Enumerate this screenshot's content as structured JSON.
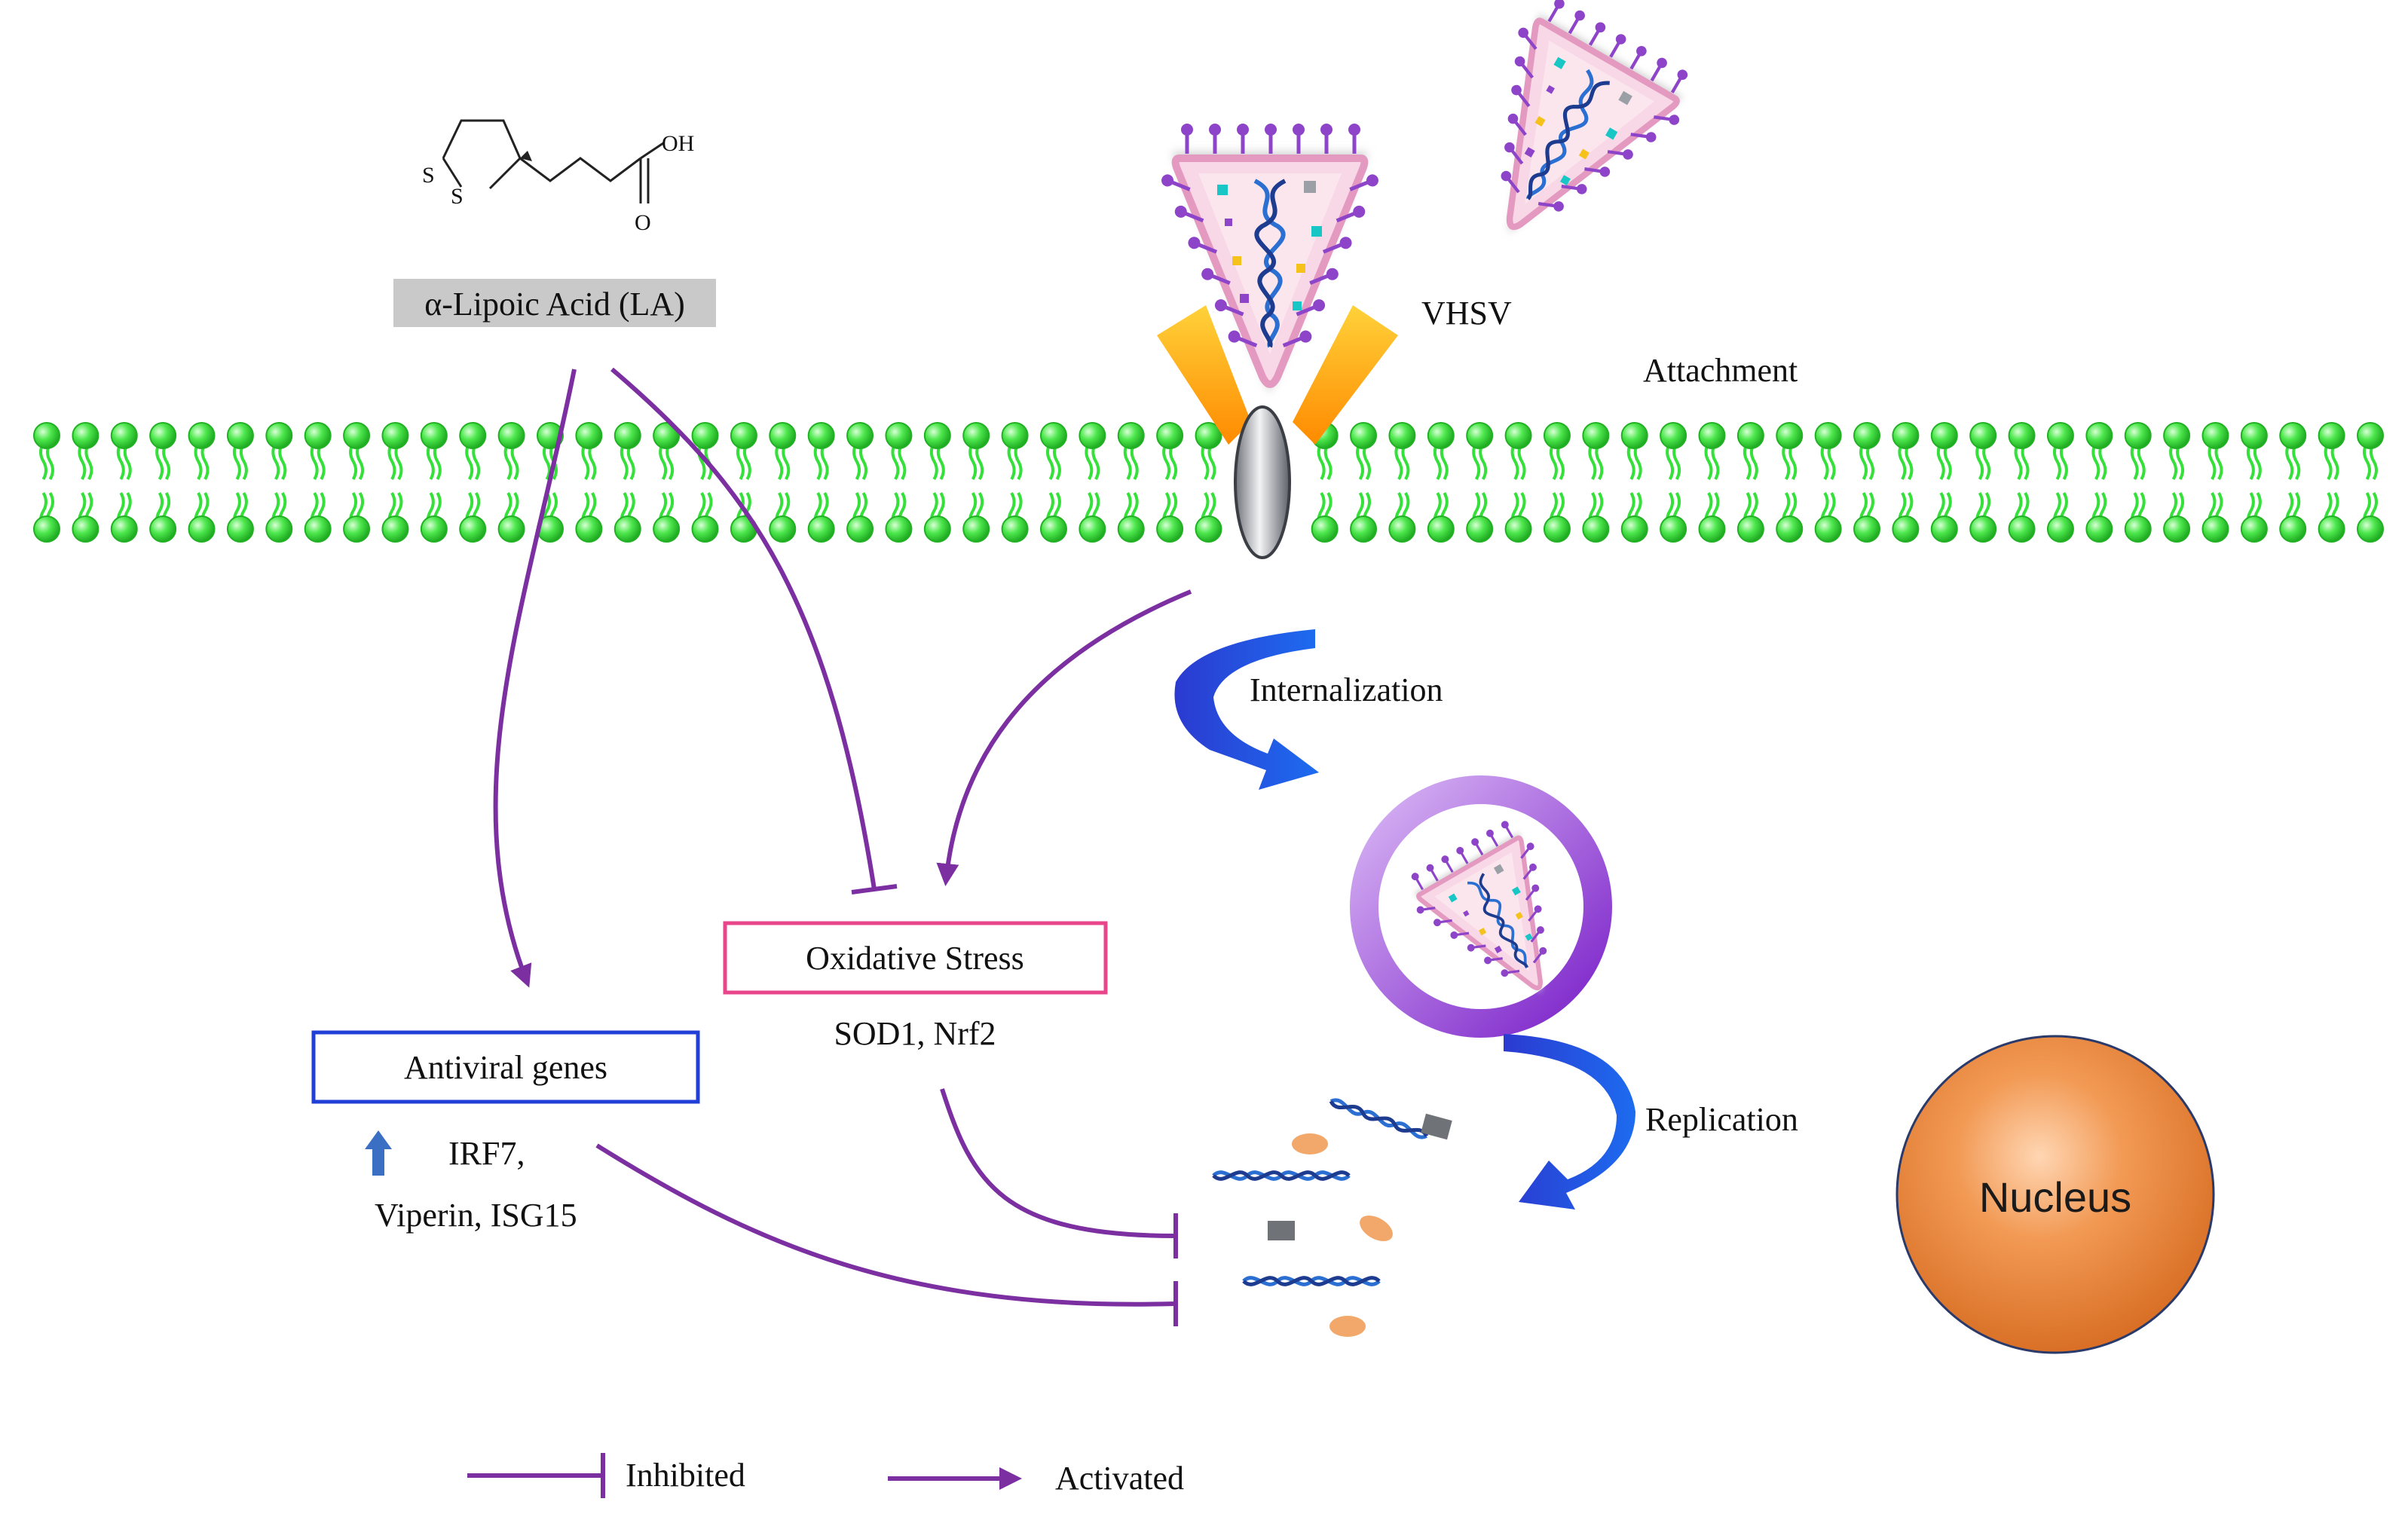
{
  "compound": {
    "name": "α-Lipoic Acid (LA)",
    "atom_s1": "S",
    "atom_s2": "S",
    "atom_oh": "OH",
    "atom_o": "O"
  },
  "virus": {
    "name": "VHSV"
  },
  "steps": {
    "attachment": "Attachment",
    "internalization": "Internalization",
    "replication": "Replication"
  },
  "boxes": {
    "oxidative_stress": {
      "title": "Oxidative Stress",
      "markers": "SOD1, Nrf2",
      "border_color": "#e8458a"
    },
    "antiviral_genes": {
      "title": "Antiviral genes",
      "markers_line1": "IRF7,",
      "markers_line2": "Viperin, ISG15",
      "border_color": "#1f3fd6"
    }
  },
  "nucleus": {
    "label": "Nucleus",
    "color": "#e07a30"
  },
  "legend": {
    "inhibited": "Inhibited",
    "activated": "Activated"
  },
  "colors": {
    "pathway": "#7b2fa0",
    "membrane": "#35e03a",
    "process_arrow": "#1a3fd8",
    "vesicle": "#9b4fd6",
    "up_arrow": "#3b6fc4"
  },
  "membrane": {
    "head_count": 61
  }
}
